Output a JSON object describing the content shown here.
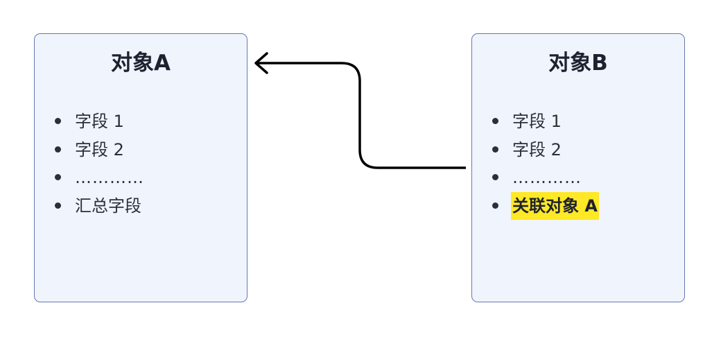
{
  "object_a": {
    "title": "对象A",
    "fields": [
      {
        "label": "字段 1",
        "highlight": false
      },
      {
        "label": "字段 2",
        "highlight": false
      },
      {
        "label": "…………",
        "highlight": false
      },
      {
        "label": "汇总字段",
        "highlight": false
      }
    ]
  },
  "object_b": {
    "title": "对象B",
    "fields": [
      {
        "label": "字段 1",
        "highlight": false
      },
      {
        "label": "字段 2",
        "highlight": false
      },
      {
        "label": "…………",
        "highlight": false
      },
      {
        "label": "关联对象 A",
        "highlight": true
      }
    ]
  },
  "colors": {
    "card_fill": "#f0f4fc",
    "card_border": "#6677b2",
    "highlight": "#ffe825",
    "connector": "#000000"
  }
}
